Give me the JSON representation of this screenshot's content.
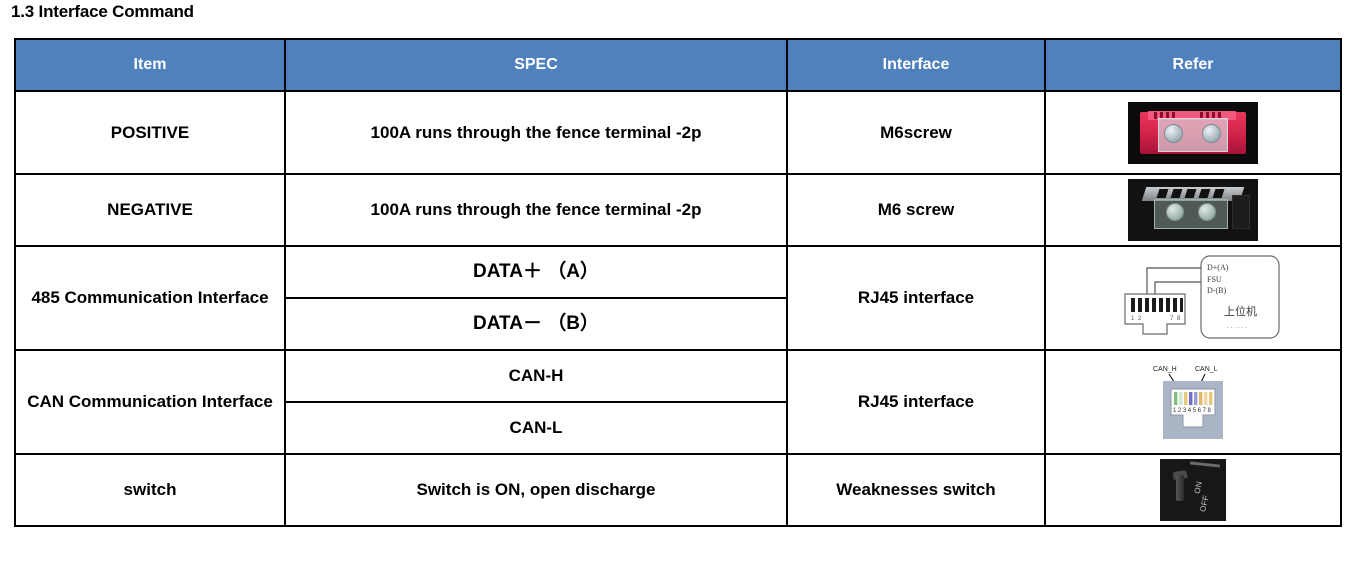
{
  "heading": "1.3 Interface Command",
  "colors": {
    "header_bg": "#4F81BD",
    "header_text": "#FFFFFF",
    "border": "#000000",
    "page_bg": "#FFFFFF"
  },
  "table": {
    "headers": [
      "Item",
      "SPEC",
      "Interface",
      "Refer"
    ],
    "rows": [
      {
        "item": "POSITIVE",
        "spec": [
          "100A runs through the fence terminal -2p"
        ],
        "interface": "M6screw",
        "refer": "red-terminal-block-photo"
      },
      {
        "item": "NEGATIVE",
        "spec": [
          "100A runs through the fence terminal -2p"
        ],
        "interface": "M6 screw",
        "refer": "dark-terminal-block-photo"
      },
      {
        "item": "485 Communication Interface",
        "spec": [
          "DATA＋ （A）",
          "DATA－ （B）"
        ],
        "interface": "RJ45 interface",
        "refer": "rs485-wiring-diagram"
      },
      {
        "item": "CAN Communication Interface",
        "spec": [
          "CAN-H",
          "CAN-L"
        ],
        "interface": "RJ45 interface",
        "refer": "rj45-pinout-diagram"
      },
      {
        "item": "switch",
        "spec": [
          "Switch is ON, open discharge"
        ],
        "interface": "Weaknesses switch",
        "refer": "onoff-switch-photo"
      }
    ]
  },
  "figures": {
    "rs485_diagram": {
      "labels": [
        "D+(A)",
        "FSU",
        "D-(B)"
      ],
      "device_label": "上位机",
      "dots": "......",
      "pin_numbers": [
        "1",
        "2",
        "7",
        "8"
      ]
    },
    "rj45_pinout": {
      "labels": [
        "CAN_H",
        "CAN_L"
      ],
      "pin_numbers": "1 2 3 4 5 6 7 8"
    },
    "switch_photo": {
      "on_label": "ON",
      "off_label": "OFF"
    }
  }
}
